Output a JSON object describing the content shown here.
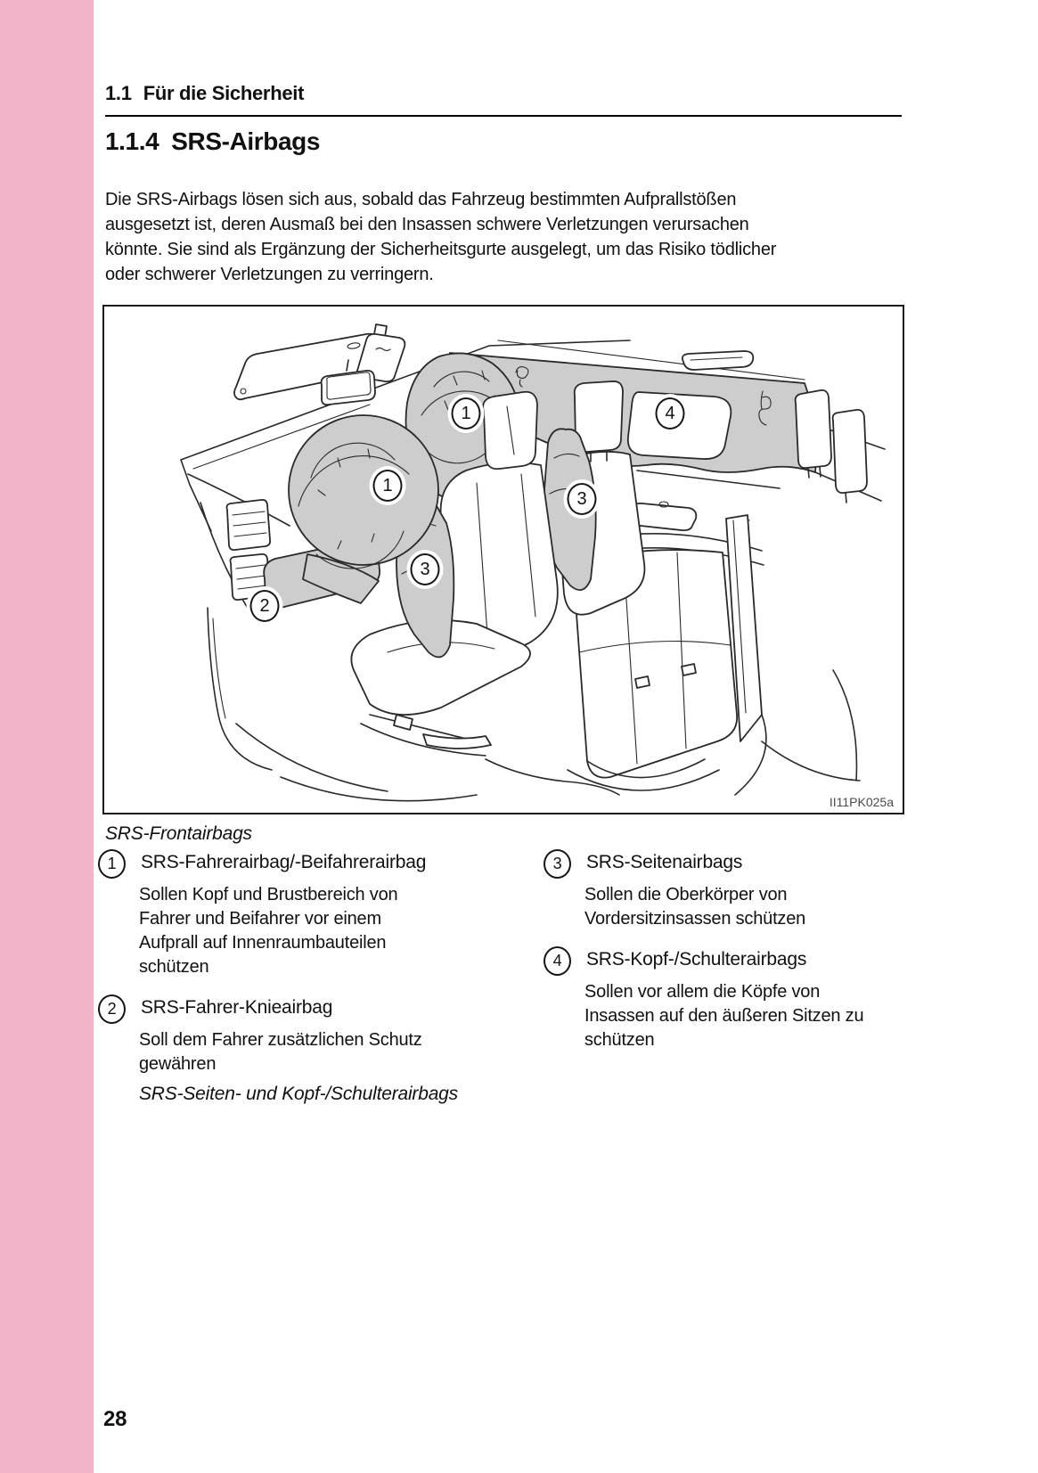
{
  "page": {
    "number": "28",
    "accent_pink": "#f1b4c8"
  },
  "header": {
    "chapter_number": "1.1",
    "chapter_title": "Für die Sicherheit"
  },
  "section": {
    "number": "1.1.4",
    "title": "SRS-Airbags"
  },
  "intro": "Die SRS-Airbags lösen sich aus, sobald das Fahrzeug bestimmten Aufprallstößen\nausgesetzt ist, deren Ausmaß bei den Insassen schwere Verletzungen verursachen\nkönnte. Sie sind als Ergänzung der Sicherheitsgurte ausgelegt, um das Risiko tödlicher\noder schwerer Verletzungen zu verringern.",
  "figure": {
    "code": "II11PK025a",
    "airbag_fill": "#cdcdcd",
    "line_color": "#2a2a2a",
    "callouts": [
      {
        "n": "1"
      },
      {
        "n": "1"
      },
      {
        "n": "2"
      },
      {
        "n": "3"
      },
      {
        "n": "3"
      },
      {
        "n": "4"
      }
    ]
  },
  "legend": {
    "group1_title": "SRS-Frontairbags",
    "group2_title": "SRS-Seiten- und Kopf-/Schulterairbags",
    "items": [
      {
        "num": "1",
        "label": "SRS-Fahrerairbag/-Beifahrerairbag",
        "desc": "Sollen Kopf und Brustbereich von\nFahrer und Beifahrer vor einem\nAufprall auf Innenraumbauteilen\nschützen"
      },
      {
        "num": "2",
        "label": "SRS-Fahrer-Knieairbag",
        "desc": "Soll dem Fahrer zusätzlichen Schutz\ngewähren"
      },
      {
        "num": "3",
        "label": "SRS-Seitenairbags",
        "desc": "Sollen die Oberkörper von\nVordersitzinsassen schützen"
      },
      {
        "num": "4",
        "label": "SRS-Kopf-/Schulterairbags",
        "desc": "Sollen vor allem die Köpfe von\nInsassen auf den äußeren Sitzen zu\nschützen"
      }
    ]
  }
}
